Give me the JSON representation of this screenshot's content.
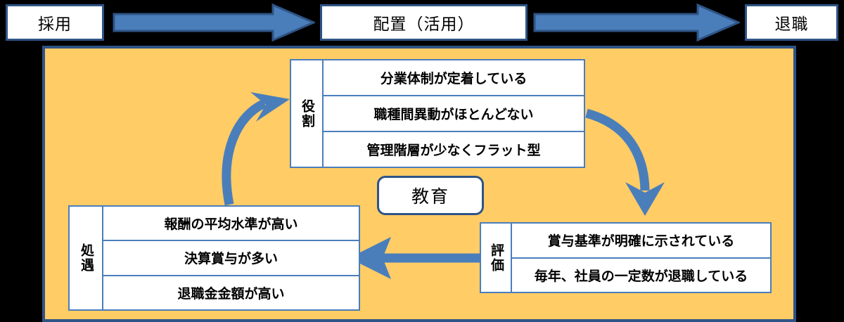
{
  "flow": {
    "boxes": [
      {
        "label": "採用",
        "name": "flow-box-recruitment"
      },
      {
        "label": "配置（活用）",
        "name": "flow-box-placement"
      },
      {
        "label": "退職",
        "name": "flow-box-resignation"
      }
    ],
    "arrows": [
      {
        "name": "block-arrow-recruitment-to-placement",
        "direction": "right"
      },
      {
        "name": "block-arrow-placement-to-resignation",
        "direction": "right"
      }
    ]
  },
  "panel": {
    "background_color": "#FFCC66",
    "border_color": "#2E5486"
  },
  "center": {
    "education_label": "教育"
  },
  "tables": {
    "role": {
      "label": "役割",
      "rows": [
        "分業体制が定着している",
        "職種間異動がほとんどない",
        "管理階層が少なくフラット型"
      ]
    },
    "treatment": {
      "label": "処遇",
      "rows": [
        "報酬の平均水準が高い",
        "決算賞与が多い",
        "退職金金額が高い"
      ]
    },
    "evaluation": {
      "label": "評価",
      "rows": [
        "賞与基準が明確に示されている",
        "毎年、社員の一定数が退職している"
      ]
    }
  },
  "cycle_arrows": [
    {
      "name": "cycle-arrow-role-to-evaluation",
      "from": "役割",
      "to": "評価",
      "shape": "curved-down-right"
    },
    {
      "name": "cycle-arrow-evaluation-to-treatment",
      "from": "評価",
      "to": "処遇",
      "shape": "straight-left"
    },
    {
      "name": "cycle-arrow-treatment-to-role",
      "from": "処遇",
      "to": "役割",
      "shape": "curved-up-right"
    }
  ],
  "colors": {
    "arrow_blue": "#4A7EBB",
    "arrow_border": "#2E5486",
    "panel_orange": "#FFCC66",
    "table_border": "#4A7EBB",
    "page_background": "#000000"
  }
}
